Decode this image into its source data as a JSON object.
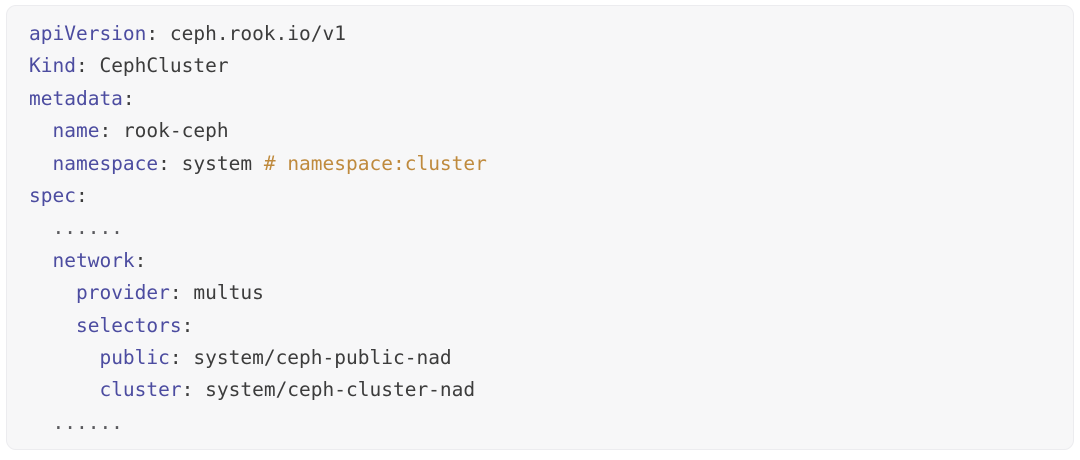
{
  "card": {
    "background_color": "#f7f7f8",
    "border_color": "#ececef",
    "key_color": "#4c4ca0",
    "value_color": "#3c3c3c",
    "comment_color": "#bf8a3d",
    "ellipsis_color": "#5a5a5e"
  },
  "code": {
    "language": "yaml",
    "lines": [
      {
        "indent": "",
        "key": "apiVersion",
        "sep": ": ",
        "value": "ceph.rook.io/v1",
        "comment": ""
      },
      {
        "indent": "",
        "key": "Kind",
        "sep": ": ",
        "value": "CephCluster",
        "comment": ""
      },
      {
        "indent": "",
        "key": "metadata",
        "sep": ":",
        "value": "",
        "comment": ""
      },
      {
        "indent": "  ",
        "key": "name",
        "sep": ": ",
        "value": "rook-ceph",
        "comment": ""
      },
      {
        "indent": "  ",
        "key": "namespace",
        "sep": ": ",
        "value": "system",
        "comment": " # namespace:cluster"
      },
      {
        "indent": "",
        "key": "spec",
        "sep": ":",
        "value": "",
        "comment": ""
      },
      {
        "indent": "  ",
        "key": "",
        "sep": "",
        "value": "",
        "comment": "",
        "ellipsis": "......"
      },
      {
        "indent": "  ",
        "key": "network",
        "sep": ":",
        "value": "",
        "comment": ""
      },
      {
        "indent": "    ",
        "key": "provider",
        "sep": ": ",
        "value": "multus",
        "comment": ""
      },
      {
        "indent": "    ",
        "key": "selectors",
        "sep": ":",
        "value": "",
        "comment": ""
      },
      {
        "indent": "      ",
        "key": "public",
        "sep": ": ",
        "value": "system/ceph-public-nad",
        "comment": ""
      },
      {
        "indent": "      ",
        "key": "cluster",
        "sep": ": ",
        "value": "system/ceph-cluster-nad",
        "comment": ""
      },
      {
        "indent": "  ",
        "key": "",
        "sep": "",
        "value": "",
        "comment": "",
        "ellipsis": "......"
      }
    ]
  }
}
